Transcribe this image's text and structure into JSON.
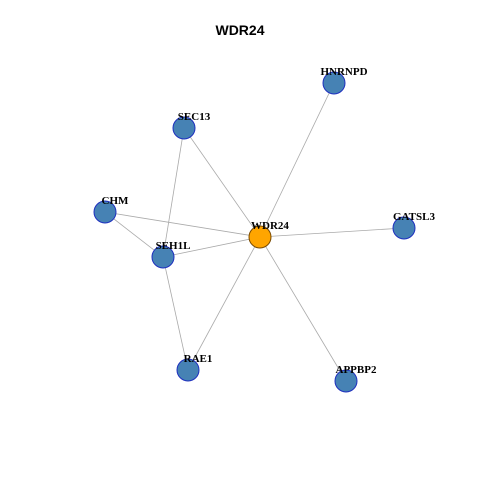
{
  "title": "WDR24",
  "graph": {
    "center_color": "#ffa500",
    "node_color": "#4682b4",
    "node_border_color": "#1e2fbf",
    "edge_color": "#aaaaaa",
    "nodes": [
      {
        "id": "WDR24",
        "label": "WDR24",
        "center": true
      },
      {
        "id": "HNRNPD",
        "label": "HNRNPD"
      },
      {
        "id": "SEC13",
        "label": "SEC13"
      },
      {
        "id": "CHM",
        "label": "CHM"
      },
      {
        "id": "SEH1L",
        "label": "SEH1L"
      },
      {
        "id": "GATSL3",
        "label": "GATSL3"
      },
      {
        "id": "RAE1",
        "label": "RAE1"
      },
      {
        "id": "APPBP2",
        "label": "APPBP2"
      }
    ],
    "edges": [
      [
        "WDR24",
        "HNRNPD"
      ],
      [
        "WDR24",
        "SEC13"
      ],
      [
        "WDR24",
        "CHM"
      ],
      [
        "WDR24",
        "SEH1L"
      ],
      [
        "WDR24",
        "GATSL3"
      ],
      [
        "WDR24",
        "RAE1"
      ],
      [
        "WDR24",
        "APPBP2"
      ],
      [
        "SEC13",
        "SEH1L"
      ],
      [
        "CHM",
        "SEH1L"
      ],
      [
        "SEH1L",
        "RAE1"
      ]
    ]
  }
}
